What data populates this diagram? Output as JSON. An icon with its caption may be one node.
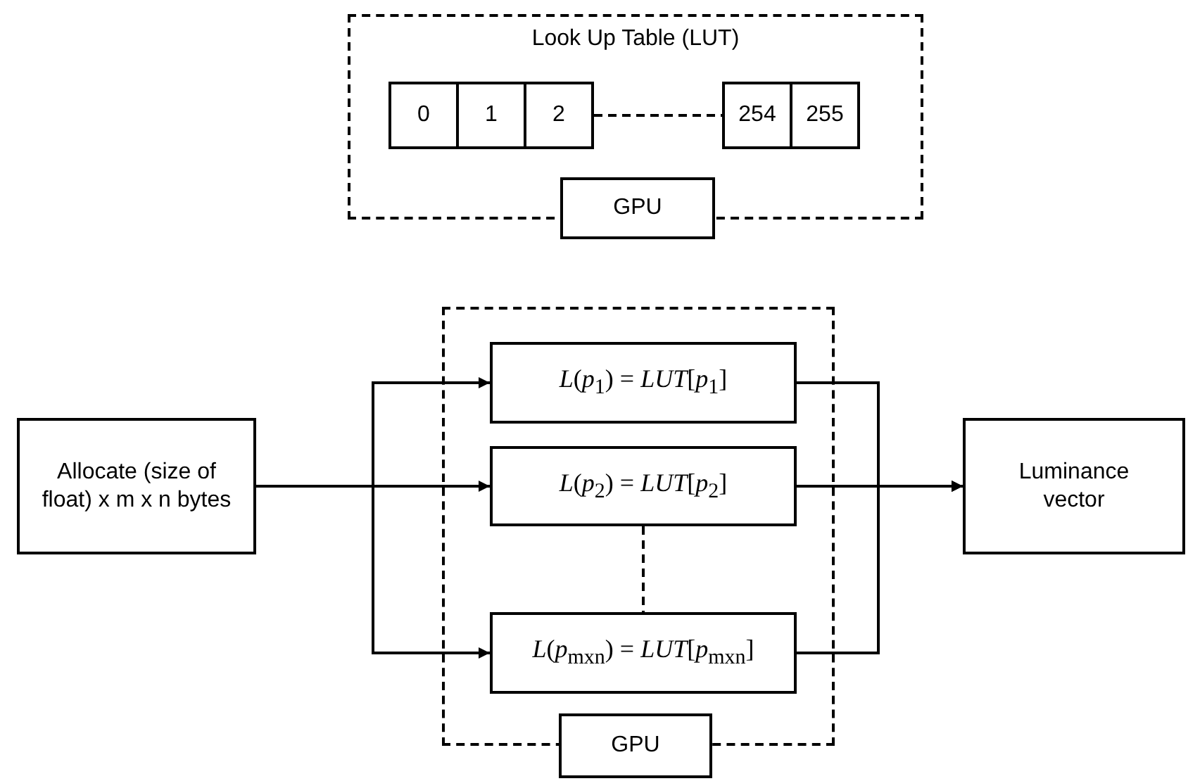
{
  "diagram": {
    "nodes": [
      {
        "text": [
          "Look Up Table (LUT)"
        ]
      },
      {
        "text": [
          "0"
        ],
        "in": 0
      },
      {
        "text": [
          "1"
        ],
        "in": 0
      },
      {
        "text": [
          "2"
        ],
        "in": 0
      },
      {
        "text": [
          "254"
        ],
        "in": 0
      },
      {
        "text": [
          "255"
        ],
        "in": 0
      },
      {
        "text": [
          "GPU"
        ]
      },
      {
        "text": [],
        "shape": "box"
      },
      {
        "text": [
          "*L*(*p*$_{1}$) = *LUT*[*p*$_{1}$]"
        ],
        "in": 7
      },
      {
        "text": [
          "*L*(*p*$_{2}$) = *LUT*[*p*$_{2}$]"
        ],
        "in": 7
      },
      {
        "text": [
          "*L*(*p*$_{mxn}$) = *LUT*[*p*$_{mxn}$]"
        ],
        "in": 7
      },
      {
        "text": [
          "GPU"
        ]
      },
      {
        "text": [
          "Allocate (size of float) x m x n bytes"
        ]
      },
      {
        "text": [
          "Luminance vector"
        ]
      }
    ],
    "edges": [
      {
        "from": 3,
        "to": 4,
        "arrow": "none",
        "style": "dashed"
      },
      {
        "from": 12,
        "to": 8,
        "arrow": "to"
      },
      {
        "from": 12,
        "to": 9,
        "arrow": "to"
      },
      {
        "from": 12,
        "to": 10,
        "arrow": "to"
      },
      {
        "from": 9,
        "to": 10,
        "arrow": "none",
        "style": "dashed"
      },
      {
        "from": 8,
        "to": 13,
        "arrow": "to"
      },
      {
        "from": 9,
        "to": 13,
        "arrow": "to"
      },
      {
        "from": 10,
        "to": 13,
        "arrow": "to"
      }
    ]
  }
}
